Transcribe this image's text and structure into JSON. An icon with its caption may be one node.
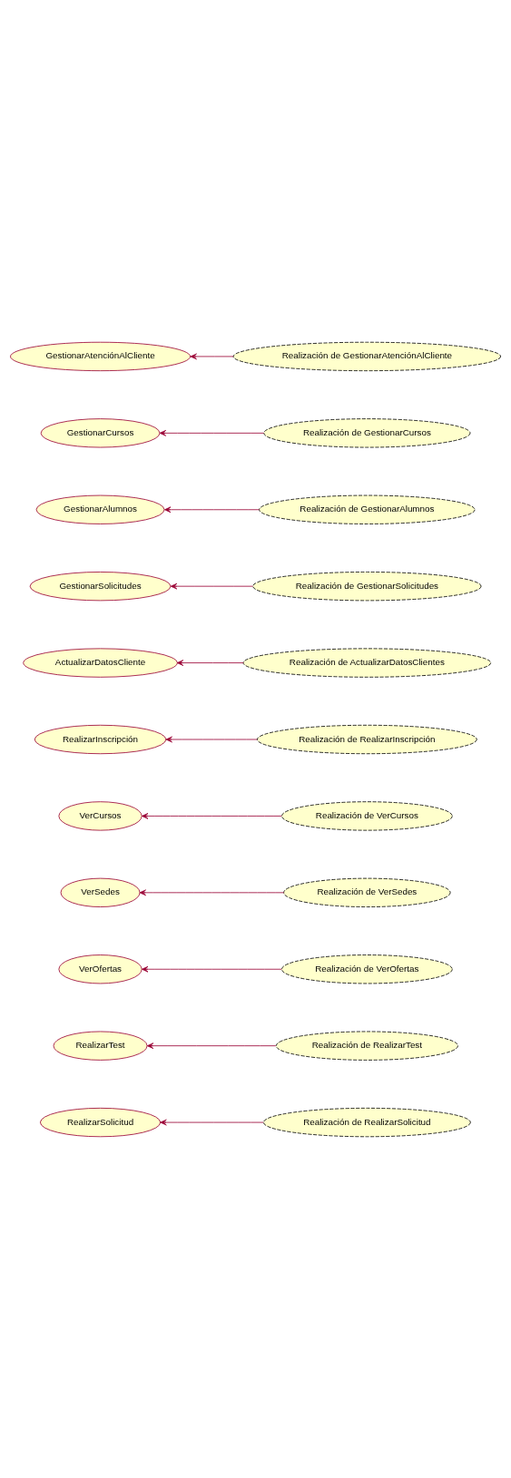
{
  "diagram": {
    "nodes": [
      {
        "text": [
          "GestionarAtenciónAlCliente"
        ]
      },
      {
        "text": [
          "Realización de GestionarAtenciónAlCliente"
        ]
      },
      {
        "text": [
          "GestionarCursos"
        ]
      },
      {
        "text": [
          "Realización de GestionarCursos"
        ]
      },
      {
        "text": [
          "GestionarAlumnos"
        ]
      },
      {
        "text": [
          "Realización de GestionarAlumnos"
        ]
      },
      {
        "text": [
          "GestionarSolicitudes"
        ]
      },
      {
        "text": [
          "Realización de GestionarSolicitudes"
        ]
      },
      {
        "text": [
          "ActualizarDatosCliente"
        ]
      },
      {
        "text": [
          "Realización de ActualizarDatosClientes"
        ]
      },
      {
        "text": [
          "RealizarInscripción"
        ]
      },
      {
        "text": [
          "Realización de RealizarInscripción"
        ]
      },
      {
        "text": [
          "VerCursos"
        ]
      },
      {
        "text": [
          "Realización de VerCursos"
        ]
      },
      {
        "text": [
          "VerSedes"
        ]
      },
      {
        "text": [
          "Realización de VerSedes"
        ]
      },
      {
        "text": [
          "VerOfertas"
        ]
      },
      {
        "text": [
          "Realización de VerOfertas"
        ]
      },
      {
        "text": [
          "RealizarTest"
        ]
      },
      {
        "text": [
          "Realización de RealizarTest"
        ]
      },
      {
        "text": [
          "RealizarSolicitud"
        ]
      },
      {
        "text": [
          "Realización de RealizarSolicitud"
        ]
      }
    ],
    "edges": [
      {
        "from": 1,
        "to": 0,
        "arrow": "to"
      },
      {
        "from": 3,
        "to": 2,
        "arrow": "to"
      },
      {
        "from": 5,
        "to": 4,
        "arrow": "to"
      },
      {
        "from": 7,
        "to": 6,
        "arrow": "to"
      },
      {
        "from": 9,
        "to": 8,
        "arrow": "to"
      },
      {
        "from": 11,
        "to": 10,
        "arrow": "to"
      },
      {
        "from": 13,
        "to": 12,
        "arrow": "to"
      },
      {
        "from": 15,
        "to": 14,
        "arrow": "to"
      },
      {
        "from": 17,
        "to": 16,
        "arrow": "to"
      },
      {
        "from": 19,
        "to": 18,
        "arrow": "to"
      },
      {
        "from": 21,
        "to": 20,
        "arrow": "to"
      }
    ]
  }
}
